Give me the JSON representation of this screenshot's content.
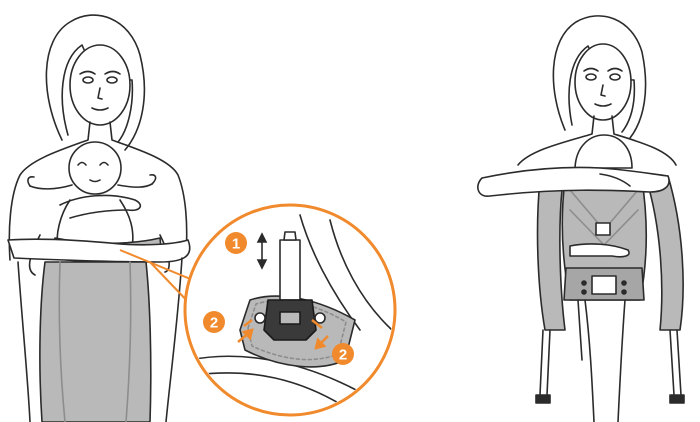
{
  "figures": {
    "left": {
      "name": "mother-holding-baby-with-carrier-waist"
    },
    "right": {
      "name": "mother-with-baby-in-front-carrier"
    }
  },
  "callout": {
    "steps": [
      {
        "label": "1",
        "meaning": "adjust-strap-up-down"
      },
      {
        "label": "2",
        "meaning": "squeeze-buckle-left"
      },
      {
        "label": "2",
        "meaning": "squeeze-buckle-right"
      }
    ]
  },
  "colors": {
    "accent": "#F08A2C",
    "outline": "#2b2b2b",
    "carrier_fill": "#b9b9b9",
    "carrier_dark": "#8d8d8d",
    "background": "#ffffff"
  }
}
